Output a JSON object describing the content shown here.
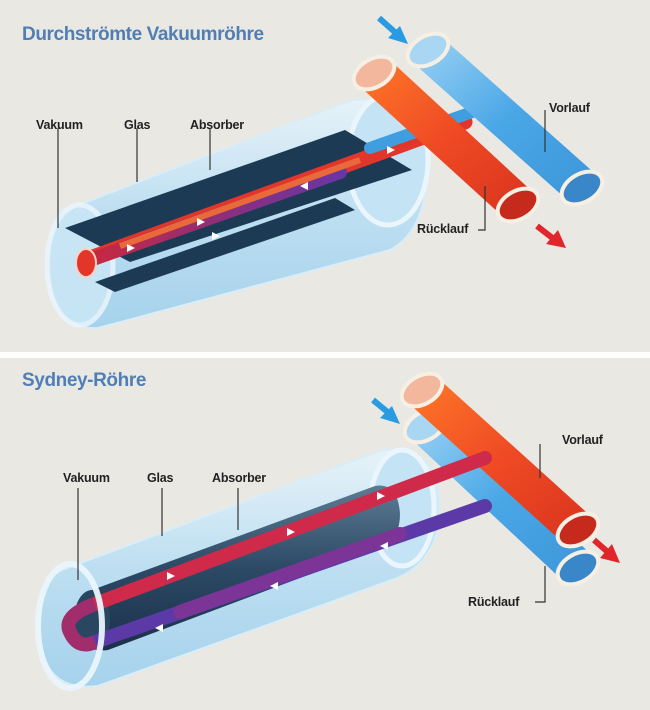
{
  "panels": [
    {
      "title": "Durchströmte Vakuumröhre",
      "labels": {
        "vakuum": "Vakuum",
        "glas": "Glas",
        "absorber": "Absorber",
        "vorlauf": "Vorlauf",
        "ruecklauf": "Rücklauf"
      }
    },
    {
      "title": "Sydney-Röhre",
      "labels": {
        "vakuum": "Vakuum",
        "glas": "Glas",
        "absorber": "Absorber",
        "vorlauf": "Vorlauf",
        "ruecklauf": "Rücklauf"
      }
    }
  ],
  "colors": {
    "title": "#4f7fb5",
    "background": "#eae8e3",
    "glass": "#bfe0f3",
    "absorber": "#1d3a55",
    "hot_pipe": "#e8432a",
    "cold_pipe": "#3f9ee0",
    "arrow_in": "#2a9be0",
    "arrow_out": "#e0262b"
  }
}
